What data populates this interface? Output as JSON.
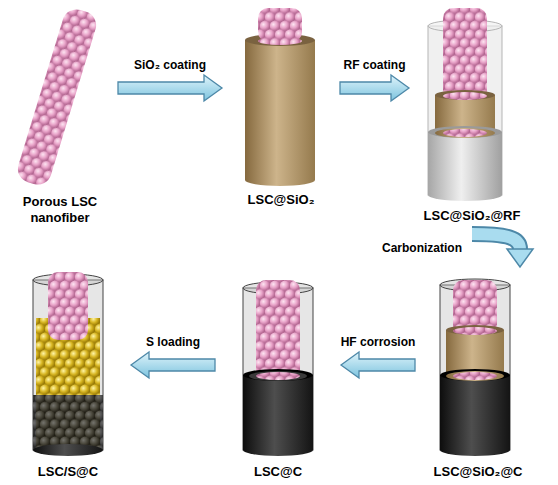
{
  "diagram": {
    "nodes": [
      {
        "text": [
          "Porous LSC nanofiber"
        ]
      },
      {
        "text": [
          "LSC@SiO₂"
        ]
      },
      {
        "text": [
          "LSC@SiO₂@RF"
        ]
      },
      {
        "text": [
          "LSC/S@C"
        ]
      },
      {
        "text": [
          "LSC@C"
        ]
      },
      {
        "text": [
          "LSC@SiO₂@C"
        ]
      }
    ],
    "edges": [
      {
        "from": 0,
        "to": 1,
        "arrow": "to",
        "label": "SiO₂ coating"
      },
      {
        "from": 1,
        "to": 2,
        "arrow": "to",
        "label": "RF coating"
      },
      {
        "from": 2,
        "to": 5,
        "arrow": "to",
        "label": "Carbonization"
      },
      {
        "from": 5,
        "to": 4,
        "arrow": "to",
        "label": "HF corrosion"
      },
      {
        "from": 4,
        "to": 3,
        "arrow": "to",
        "label": "S loading"
      }
    ]
  }
}
